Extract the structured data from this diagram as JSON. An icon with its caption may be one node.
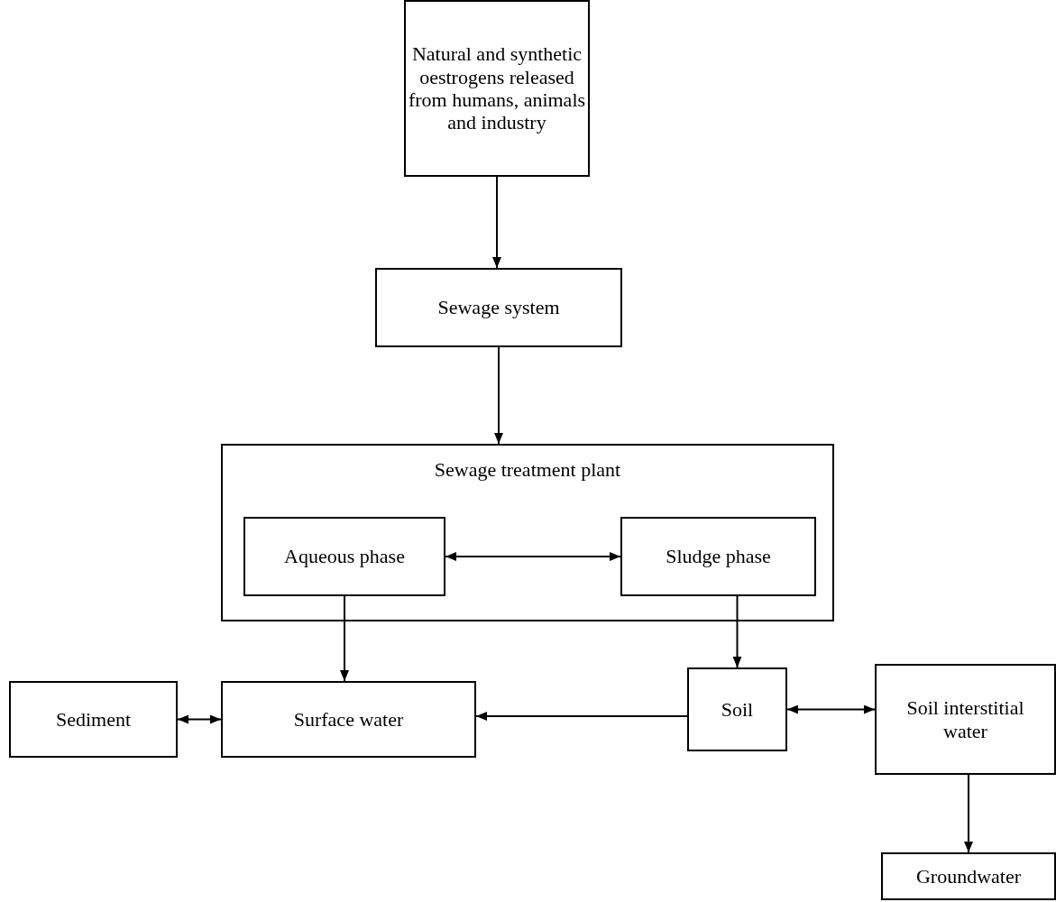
{
  "diagram": {
    "nodes": [
      {
        "text": [
          "Natural and synthetic oestrogens released from humans, animals and industry"
        ]
      },
      {
        "text": [
          "Sewage system"
        ]
      },
      {
        "text": [
          "Sewage treatment plant"
        ]
      },
      {
        "text": [
          "Aqueous phase"
        ],
        "in": 2
      },
      {
        "text": [
          "Sludge phase"
        ],
        "in": 2
      },
      {
        "text": [
          "Sediment"
        ]
      },
      {
        "text": [
          "Surface water"
        ]
      },
      {
        "text": [
          "Soil"
        ]
      },
      {
        "text": [
          "Soil interstitial water"
        ]
      },
      {
        "text": [
          "Groundwater"
        ]
      }
    ],
    "edges": [
      {
        "from": 0,
        "to": 1,
        "arrow": "to"
      },
      {
        "from": 1,
        "to": 2,
        "arrow": "to"
      },
      {
        "from": 3,
        "to": 4,
        "arrow": "both"
      },
      {
        "from": 3,
        "to": 6,
        "arrow": "to"
      },
      {
        "from": 4,
        "to": 7,
        "arrow": "to"
      },
      {
        "from": 5,
        "to": 6,
        "arrow": "both"
      },
      {
        "from": 7,
        "to": 6,
        "arrow": "to"
      },
      {
        "from": 7,
        "to": 8,
        "arrow": "both"
      },
      {
        "from": 8,
        "to": 9,
        "arrow": "to"
      }
    ]
  }
}
